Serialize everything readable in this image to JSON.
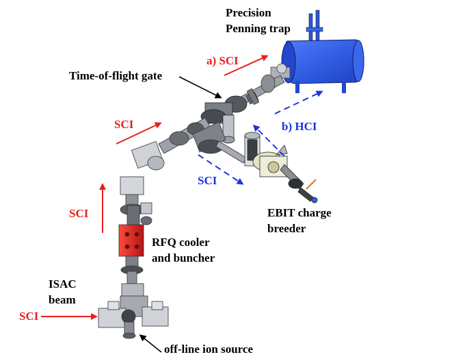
{
  "labels": {
    "penning_trap_line1": "Precision",
    "penning_trap_line2": "Penning trap",
    "path_a": "a) SCI",
    "tof_gate": "Time-of-flight gate",
    "sci_upper": "SCI",
    "path_b": "b) HCI",
    "sci_blue": "SCI",
    "ebit_line1": "EBIT charge",
    "ebit_line2": "breeder",
    "sci_lower": "SCI",
    "rfq_line1": "RFQ cooler",
    "rfq_line2": "and buncher",
    "isac_line1": "ISAC",
    "isac_line2": "beam",
    "sci_input": "SCI",
    "offline_source": "off-line ion source"
  },
  "colors": {
    "sci_arrow": "#e8201c",
    "hci_arrow": "#1e33d9",
    "penning_trap": "#2b57e0",
    "rfq": "#d92020",
    "beamline": "#8a8e94"
  }
}
